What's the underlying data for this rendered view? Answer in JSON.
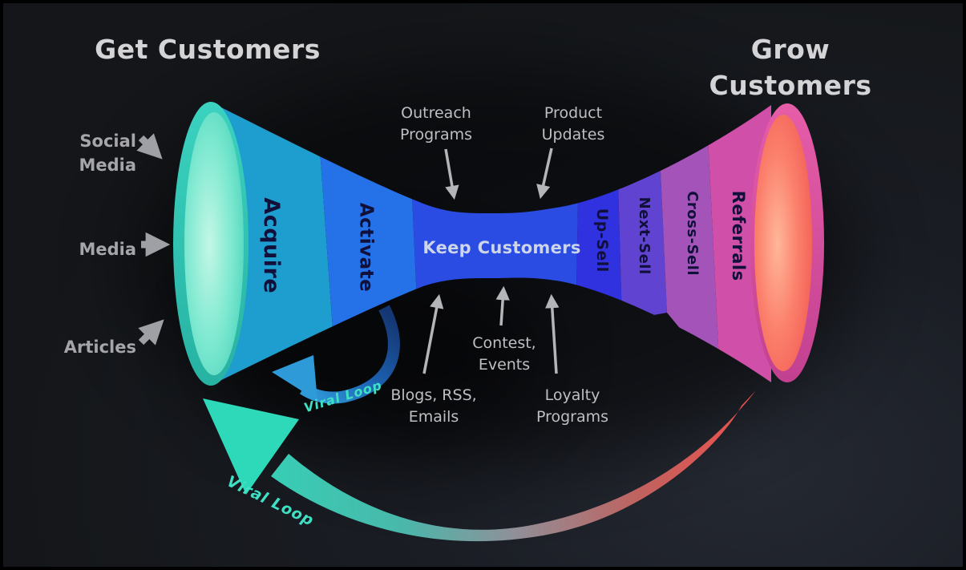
{
  "diagram": {
    "title_left": "Get Customers",
    "title_right": "Grow Customers",
    "sources": {
      "social": {
        "line1": "Social",
        "line2": "Media"
      },
      "media": {
        "line1": "Media"
      },
      "articles": {
        "line1": "Articles"
      }
    },
    "stages": {
      "acquire": "Acquire",
      "activate": "Activate",
      "keep": "Keep Customers",
      "upsell": "Up-Sell",
      "nextsell": "Next-Sell",
      "crosssell": "Cross-Sell",
      "referrals": "Referrals"
    },
    "annotations": {
      "outreach": {
        "line1": "Outreach",
        "line2": "Programs"
      },
      "product": {
        "line1": "Product",
        "line2": "Updates"
      },
      "contest": {
        "line1": "Contest,",
        "line2": "Events"
      },
      "blogs": {
        "line1": "Blogs, RSS,",
        "line2": "Emails"
      },
      "loyalty": {
        "line1": "Loyalty",
        "line2": "Programs"
      }
    },
    "viral_loop_small": "Viral Loop",
    "viral_loop_large": "Viral Loop",
    "colors": {
      "background": "#1a1d24",
      "acquire": "#1d9ece",
      "activate": "#2471e8",
      "keep": "#2a4ce2",
      "upsell": "#3032e0",
      "nextsell": "#6143d1",
      "crosssell": "#a454b9",
      "referrals": "#d04fa8",
      "left_mouth": "#7ae8cf",
      "right_mouth": "#ee4f4c",
      "swoosh_teal": "#2ed9ba",
      "swoosh_red": "#ef504c",
      "viral_text": "#3fe0c4",
      "annotation_text": "#bebfc3",
      "title_text": "#d4d4d6"
    }
  }
}
